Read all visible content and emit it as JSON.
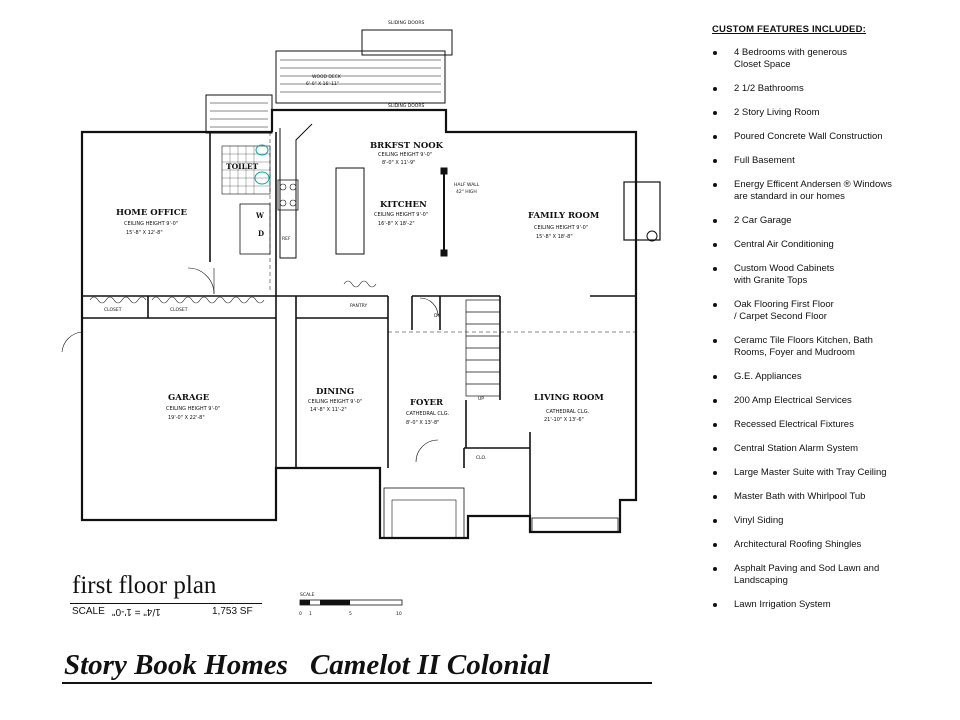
{
  "plan": {
    "rooms": {
      "home_office": {
        "name": "HOME OFFICE",
        "ceiling": "CEILING HEIGHT 9'-0\"",
        "size": "15'-8\" X 12'-8\""
      },
      "garage": {
        "name": "GARAGE",
        "ceiling": "CEILING HEIGHT 9'-0\"",
        "size": "19'-0\" X 22'-8\""
      },
      "kitchen": {
        "name": "KITCHEN",
        "ceiling": "CEILING HEIGHT 9'-0\"",
        "size": "16'-8\" X 18'-2\""
      },
      "breakfast_nook": {
        "name": "BRKFST NOOK",
        "ceiling": "CEILING HEIGHT 9'-0\"",
        "size": "8'-0\" X 11'-9\""
      },
      "family_room": {
        "name": "FAMILY ROOM",
        "ceiling": "CEILING HEIGHT 9'-0\"",
        "size": "15'-8\" X 18'-8\""
      },
      "dining": {
        "name": "DINING",
        "ceiling": "CEILING HEIGHT 9'-0\"",
        "size": "14'-8\" X 11'-2\""
      },
      "foyer": {
        "name": "FOYER",
        "ceiling": "CATHEDRAL CLG.",
        "size": "8'-0\" X 13'-8\""
      },
      "living_room": {
        "name": "LIVING ROOM",
        "ceiling": "CATHEDRAL CLG.",
        "size": "21'-10\" X 13'-6\""
      }
    },
    "labels": {
      "toilet": "TOILET",
      "pantry": "PANTRY",
      "closet_1": "CLOSET",
      "closet_2": "CLOSET",
      "clo": "CLO.",
      "half_wall": "HALF WALL",
      "half_wall_height": "42\" HIGH",
      "dn": "DN",
      "up": "UP",
      "sliding_doors_top": "SLIDING DOORS",
      "sliding_doors_bottom": "SLIDING DOORS",
      "wood_deck": "WOOD DECK",
      "wood_deck_size": "6'-0\" X 16'-11\"",
      "ref": "REF",
      "wd_1": "W",
      "wd_2": "D"
    }
  },
  "features": {
    "heading": "CUSTOM FEATURES INCLUDED:",
    "items": [
      "4 Bedrooms with generous\nCloset Space",
      "2 1/2  Bathrooms",
      "2 Story  Living Room",
      "Poured Concrete Wall Construction",
      "Full Basement",
      "Energy Efficent Andersen ® Windows\nare standard in our homes",
      "2 Car Garage",
      "Central  Air Conditioning",
      "Custom Wood Cabinets\nwith Granite Tops",
      "Oak Flooring First Floor\n/ Carpet Second Floor",
      "Ceramc Tile Floors  Kitchen, Bath\nRooms, Foyer and Mudroom",
      "G.E.  Appliances",
      "200 Amp Electrical Services",
      "Recessed Electrical Fixtures",
      "Central Station Alarm  System",
      "Large Master Suite with Tray Ceiling",
      "Master Bath with Whirlpool Tub",
      "Vinyl Siding",
      "Architectural Roofing Shingles",
      "Asphalt Paving and Sod  Lawn and\nLandscaping",
      "Lawn Irrigation System"
    ]
  },
  "footer": {
    "plan_title": "first floor plan",
    "scale_label": "SCALE",
    "scale_value": "1/4\" = 1'-0\"",
    "square_feet": "1,753 SF",
    "bar_scale": {
      "label": "SCALE",
      "ticks": [
        "0",
        "1",
        "5",
        "10"
      ]
    },
    "builder": "Story Book Homes",
    "model": "Camelot II  Colonial"
  }
}
